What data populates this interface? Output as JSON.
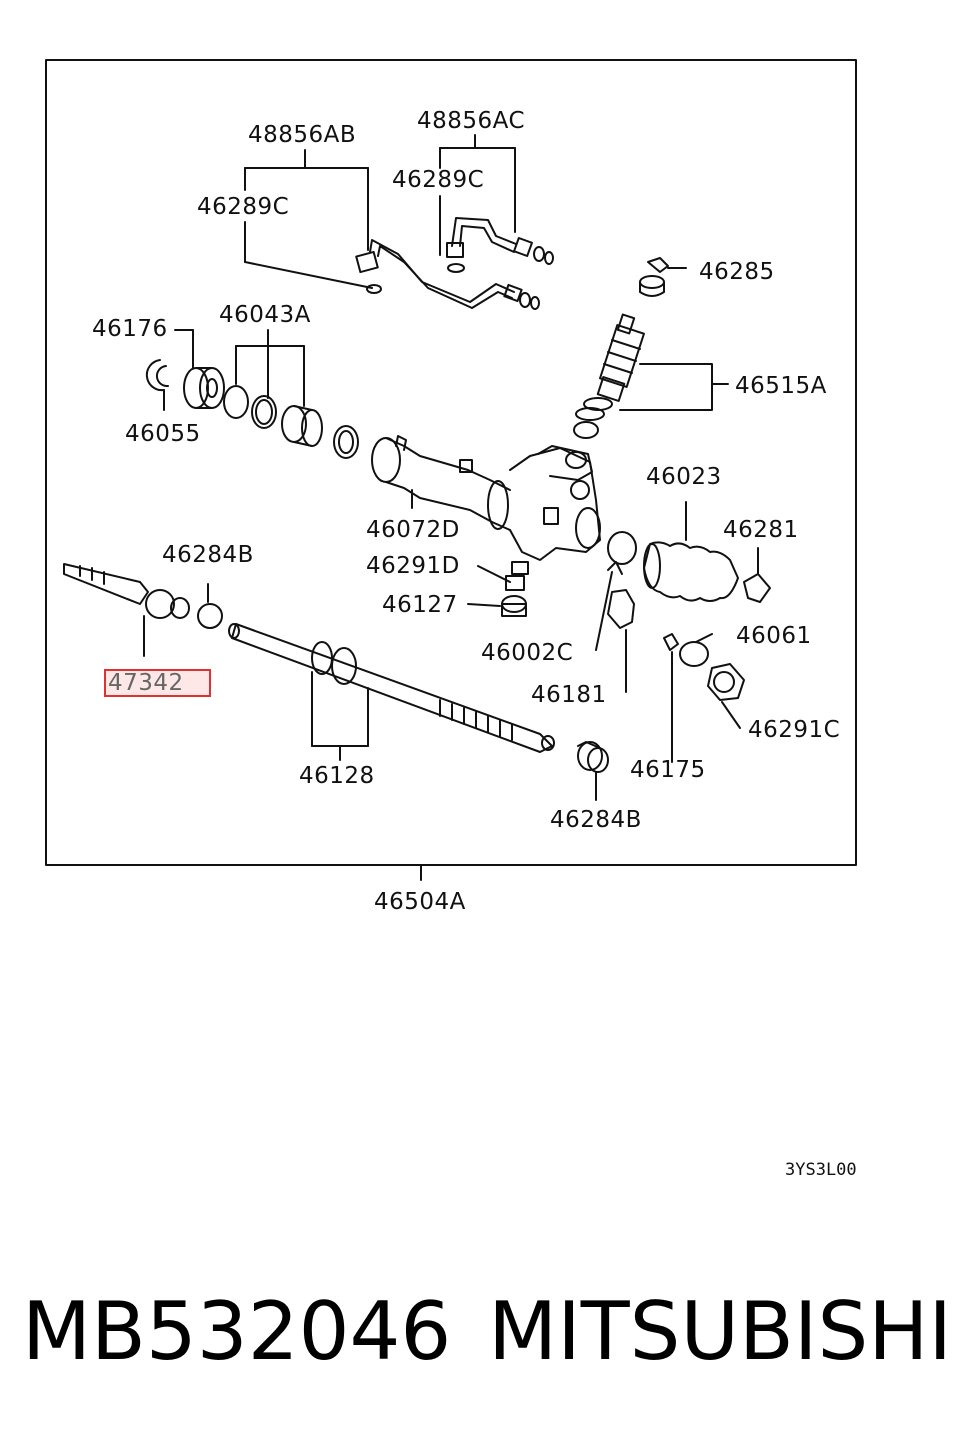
{
  "diagram": {
    "labels": {
      "l48856AB": "48856AB",
      "l48856AC": "48856AC",
      "l46289C_a": "46289C",
      "l46289C_b": "46289C",
      "l46285": "46285",
      "l46176": "46176",
      "l46043A": "46043A",
      "l46515A": "46515A",
      "l46055": "46055",
      "l46023": "46023",
      "l46072D": "46072D",
      "l46281": "46281",
      "l46284B_a": "46284B",
      "l46291D": "46291D",
      "l46127": "46127",
      "l46061": "46061",
      "l46002C": "46002C",
      "l47342": "47342",
      "l46181": "46181",
      "l46291C": "46291C",
      "l46175": "46175",
      "l46128": "46128",
      "l46284B_b": "46284B",
      "l46504A": "46504A"
    },
    "diagram_code": "3YS3L00"
  },
  "footer": {
    "part_number": "MB532046",
    "brand": "MITSUBISHI"
  },
  "colors": {
    "line": "#111111",
    "highlight_border": "#e03030",
    "highlight_fill": "#fde7e7"
  }
}
